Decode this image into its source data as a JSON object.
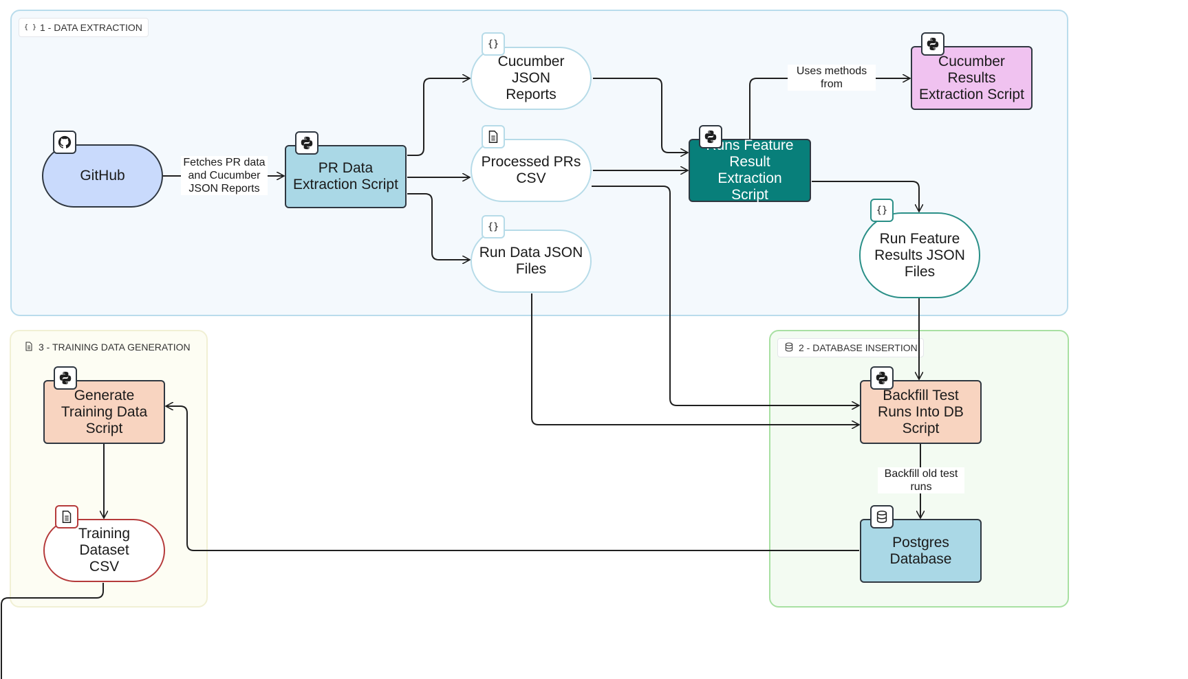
{
  "groups": {
    "extraction": {
      "title": "1 - DATA EXTRACTION",
      "icon": "braces-icon"
    },
    "training": {
      "title": "3 - TRAINING DATA GENERATION",
      "icon": "document-icon"
    },
    "database": {
      "title": "2 - DATABASE INSERTION",
      "icon": "database-icon"
    }
  },
  "nodes": {
    "github": {
      "label": "GitHub",
      "icon": "github-icon"
    },
    "pr_script": {
      "label": "PR Data\nExtraction Script",
      "icon": "python-icon"
    },
    "cucumber_reports": {
      "label": "Cucumber JSON\nReports",
      "icon": "braces-icon"
    },
    "processed_prs": {
      "label": "Processed PRs\nCSV",
      "icon": "document-icon"
    },
    "run_data_files": {
      "label": "Run Data JSON\nFiles",
      "icon": "braces-icon"
    },
    "runs_feature_script": {
      "label": "Runs Feature\nResult Extraction\nScript",
      "icon": "python-icon"
    },
    "cucumber_script": {
      "label": "Cucumber\nResults\nExtraction Script",
      "icon": "python-icon"
    },
    "run_feature_results": {
      "label": "Run Feature\nResults JSON\nFiles",
      "icon": "braces-icon"
    },
    "backfill_script": {
      "label": "Backfill Test\nRuns Into DB\nScript",
      "icon": "python-icon"
    },
    "postgres": {
      "label": "Postgres\nDatabase",
      "icon": "database-icon"
    },
    "generate_script": {
      "label": "Generate\nTraining Data\nScript",
      "icon": "python-icon"
    },
    "training_csv": {
      "label": "Training Dataset\nCSV",
      "icon": "document-icon"
    }
  },
  "edge_labels": {
    "fetches": "Fetches PR data\nand Cucumber\nJSON Reports",
    "uses_methods": "Uses methods\nfrom",
    "backfill_old": "Backfill old test\nruns"
  },
  "colors": {
    "extraction_bg": "#f4f9fd",
    "extraction_border": "#b9dcec",
    "training_bg": "#fdfdf3",
    "training_border": "#f1f0d4",
    "database_bg": "#f3fbf2",
    "database_border": "#a8e0a2",
    "github_fill": "#c9dafc",
    "script_blue": "#aad8e6",
    "script_teal": "#087f7a",
    "script_pink": "#f0c2f0",
    "script_peach": "#f8d4c0",
    "pill_blue_border": "#b6dbe8",
    "pill_teal_border": "#2a8f87",
    "pill_red_border": "#b53a3a",
    "edge": "#1f1f1f"
  }
}
